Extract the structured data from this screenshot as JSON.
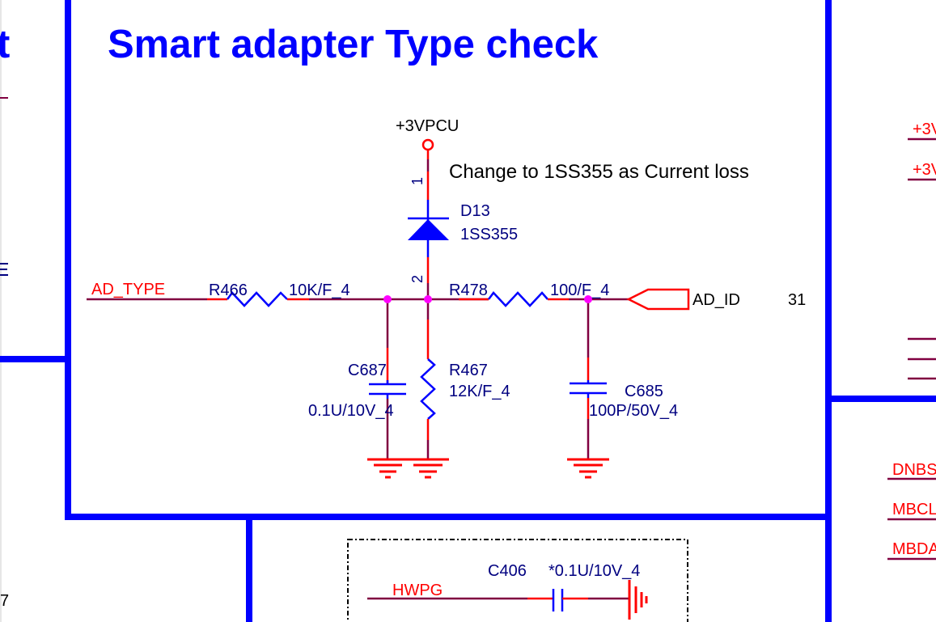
{
  "sheet": {
    "title": "Smart adapter Type check",
    "left_title_fragment": "t",
    "left_number_fragment": "7",
    "note": "Change to 1SS355 as Current loss",
    "colors": {
      "frame": "#0000ff",
      "wire": "#800040",
      "pin": "#ff0000",
      "symbol": "#0000ff",
      "junction": "#ff00ff",
      "reference": "#000080",
      "net_label": "#ff0000"
    }
  },
  "power": {
    "label": "+3VPCU"
  },
  "diode": {
    "ref": "D13",
    "part": "1SS355",
    "pin1": "1",
    "pin2": "2"
  },
  "resistors": [
    {
      "ref": "R466",
      "value": "10K/F_4"
    },
    {
      "ref": "R478",
      "value": "100/F_4"
    },
    {
      "ref": "R467",
      "value": "12K/F_4"
    }
  ],
  "capacitors": [
    {
      "ref": "C687",
      "value": "0.1U/10V_4"
    },
    {
      "ref": "C685",
      "value": "100P/50V_4"
    },
    {
      "ref": "C406",
      "value": "*0.1U/10V_4"
    }
  ],
  "nets": {
    "ad_type": "AD_TYPE",
    "ad_id": "AD_ID",
    "ad_id_page": "31",
    "hwpg": "HWPG"
  },
  "right_fragments": {
    "power1": "+3V",
    "power2": "+3V",
    "net1": "DNBS",
    "net2": "MBCL",
    "net3": "MBDA"
  }
}
